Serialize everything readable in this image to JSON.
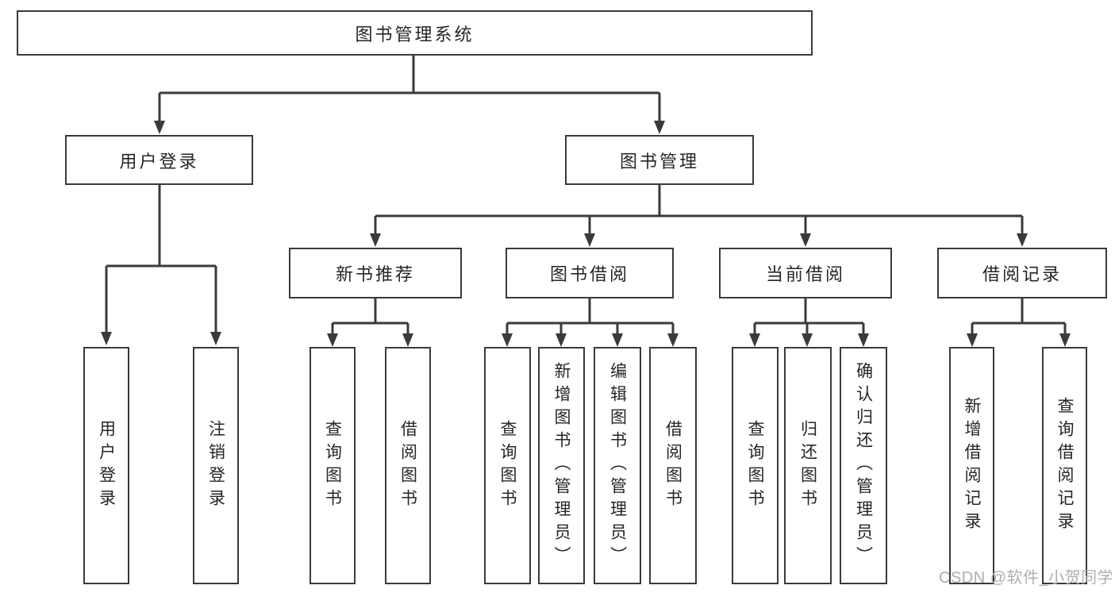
{
  "tree": {
    "label": "图书管理系统",
    "children": [
      {
        "label": "用户登录",
        "children": [
          {
            "label": "用户登录"
          },
          {
            "label": "注销登录"
          }
        ]
      },
      {
        "label": "图书管理",
        "children": [
          {
            "label": "新书推荐",
            "children": [
              {
                "label": "查询图书"
              },
              {
                "label": "借阅图书"
              }
            ]
          },
          {
            "label": "图书借阅",
            "children": [
              {
                "label": "查询图书"
              },
              {
                "label": "新增图书（管理员）"
              },
              {
                "label": "编辑图书（管理员）"
              },
              {
                "label": "借阅图书"
              }
            ]
          },
          {
            "label": "当前借阅",
            "children": [
              {
                "label": "查询图书"
              },
              {
                "label": "归还图书"
              },
              {
                "label": "确认归还（管理员）"
              }
            ]
          },
          {
            "label": "借阅记录",
            "children": [
              {
                "label": "新增借阅记录"
              },
              {
                "label": "查询借阅记录"
              }
            ]
          }
        ]
      }
    ]
  },
  "watermark": {
    "text": "CSDN @软件_小贺同学"
  },
  "colors": {
    "line": "#3a3a3a",
    "box_border": "#3a3a3a",
    "text": "#262626",
    "background": "#ffffff",
    "watermark": "#b2adad"
  }
}
